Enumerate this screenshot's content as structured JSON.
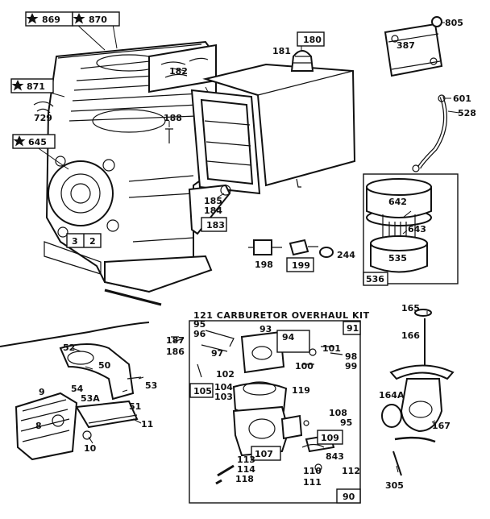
{
  "kit_title": "121 CARBURETOR OVERHAUL KIT",
  "callouts": {
    "p869": "869",
    "p870": "870",
    "p871": "871",
    "p729": "729",
    "p645": "645",
    "p182": "182",
    "p180": "180",
    "p181": "181",
    "p188": "188",
    "p185": "185",
    "p184": "184",
    "p183": "183",
    "p3": "3",
    "p2": "2",
    "p805": "805",
    "p387": "387",
    "p601": "601",
    "p528": "528",
    "p642": "642",
    "p643": "643",
    "p535": "535",
    "p536": "536",
    "p198": "198",
    "p199": "199",
    "p244": "244",
    "p52": "52",
    "p50": "50",
    "p53": "53",
    "p54": "54",
    "p53A": "53A",
    "p51": "51",
    "p9": "9",
    "p8": "8",
    "p11": "11",
    "p10": "10",
    "p95": "95",
    "p96": "96",
    "p97": "97",
    "p187": "187",
    "p186": "186",
    "p93": "93",
    "p94": "94",
    "p91": "91",
    "p101": "101",
    "p98": "98",
    "p99": "99",
    "p100": "100",
    "p102": "102",
    "p105": "105",
    "p104": "104",
    "p103": "103",
    "p119": "119",
    "p108": "108",
    "p95b": "95",
    "p109": "109",
    "p843": "843",
    "p107": "107",
    "p113": "113",
    "p114": "114",
    "p118": "118",
    "p110": "110",
    "p112": "112",
    "p111": "111",
    "p90": "90",
    "p165": "165",
    "p166": "166",
    "p164A": "164A",
    "p167": "167",
    "p305": "305"
  }
}
